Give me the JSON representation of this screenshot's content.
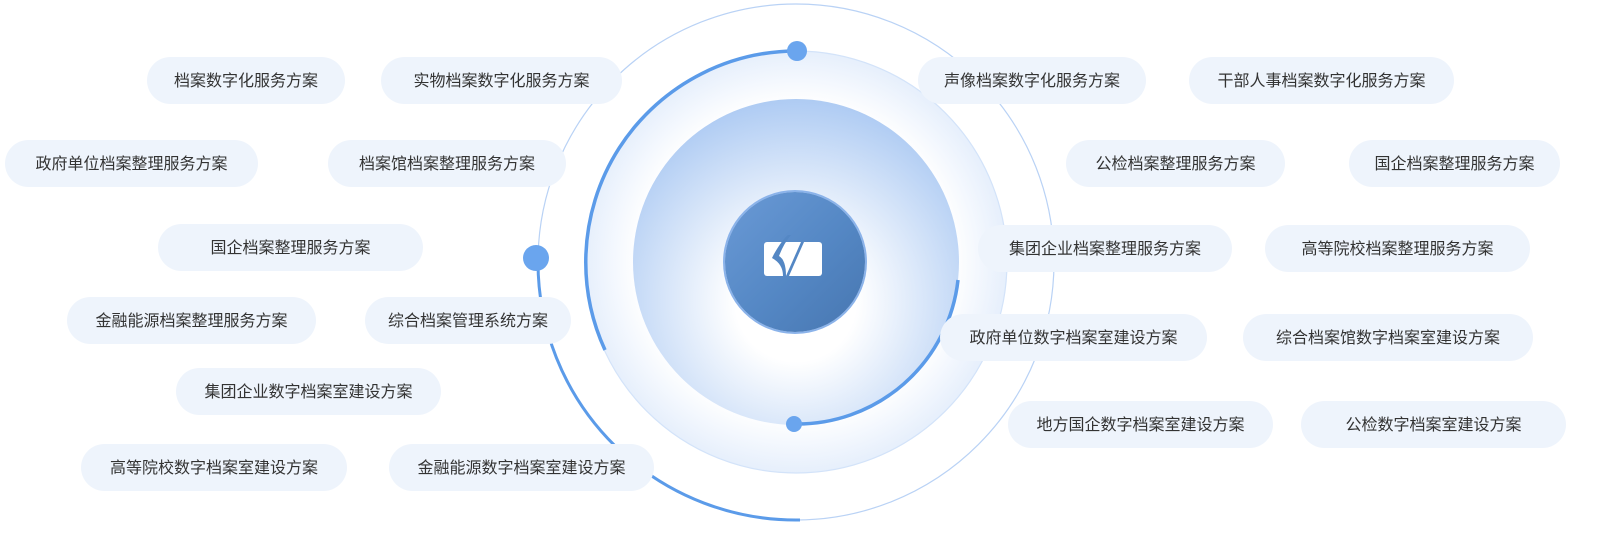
{
  "diagram": {
    "center_logo": "archive-logo-icon",
    "colors": {
      "accent": "#5b9be9",
      "pill_bg": "#eef4fc",
      "text": "#333333",
      "center": "#5487c4"
    },
    "items": [
      "档案数字化服务方案",
      "实物档案数字化服务方案",
      "声像档案数字化服务方案",
      "干部人事档案数字化服务方案",
      "政府单位档案整理服务方案",
      "档案馆档案整理服务方案",
      "公检档案整理服务方案",
      "国企档案整理服务方案",
      "国企档案整理服务方案",
      "集团企业档案整理服务方案",
      "高等院校档案整理服务方案",
      "金融能源档案整理服务方案",
      "综合档案管理系统方案",
      "政府单位数字档案室建设方案",
      "综合档案馆数字档案室建设方案",
      "集团企业数字档案室建设方案",
      "地方国企数字档案室建设方案",
      "公检数字档案室建设方案",
      "高等院校数字档案室建设方案",
      "金融能源数字档案室建设方案"
    ]
  }
}
